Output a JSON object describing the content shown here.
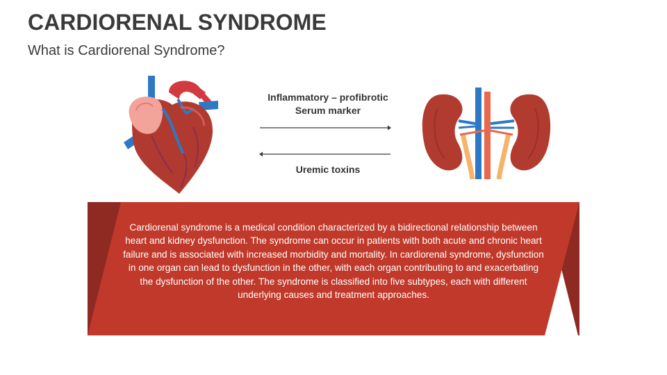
{
  "slide": {
    "title": "CARDIORENAL SYNDROME",
    "subtitle": "What is Cardiorenal Syndrome?"
  },
  "diagram": {
    "left_organ_icon": "heart-icon",
    "right_organ_icon": "kidneys-icon",
    "arrow_right": {
      "label_line1": "Inflammatory – profibrotic",
      "label_line2": "Serum marker"
    },
    "arrow_left": {
      "label": "Uremic toxins"
    }
  },
  "description": {
    "text": "Cardiorenal syndrome is a medical condition characterized by a bidirectional relationship between heart and kidney dysfunction. The syndrome can occur in patients with both acute and chronic heart failure and is associated with increased morbidity and mortality. In cardiorenal syndrome, dysfunction in one organ can lead to dysfunction in the other, with each organ contributing to and exacerbating the dysfunction of the other. The syndrome is classified into five subtypes, each with different underlying causes and treatment approaches."
  },
  "colors": {
    "title": "#3a3a3a",
    "banner_main": "#c0392b",
    "banner_dark": "#8e2a22",
    "heart_red": "#b03a30",
    "vein_blue": "#2f78c4",
    "kidney_red": "#b13b2f"
  }
}
